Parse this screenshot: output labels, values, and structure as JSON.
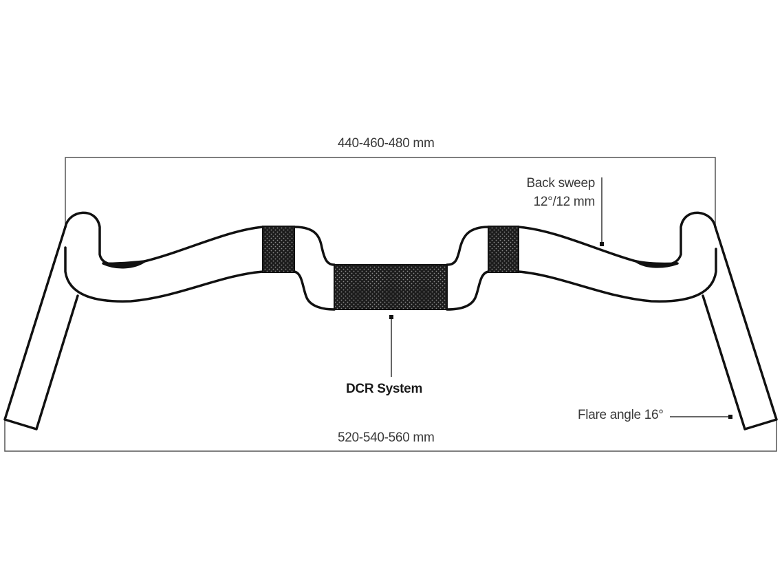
{
  "diagram": {
    "subject": "Drop handlebar geometry",
    "labels": {
      "top_width": "440-460-480 mm",
      "bottom_width": "520-540-560 mm",
      "back_sweep_title": "Back sweep",
      "back_sweep_value": "12°/12 mm",
      "dcr": "DCR System",
      "flare": "Flare angle 16°"
    },
    "colors": {
      "stroke": "#111111",
      "dimension_line": "#555555",
      "text": "#3a3a3a",
      "background": "#ffffff"
    }
  }
}
